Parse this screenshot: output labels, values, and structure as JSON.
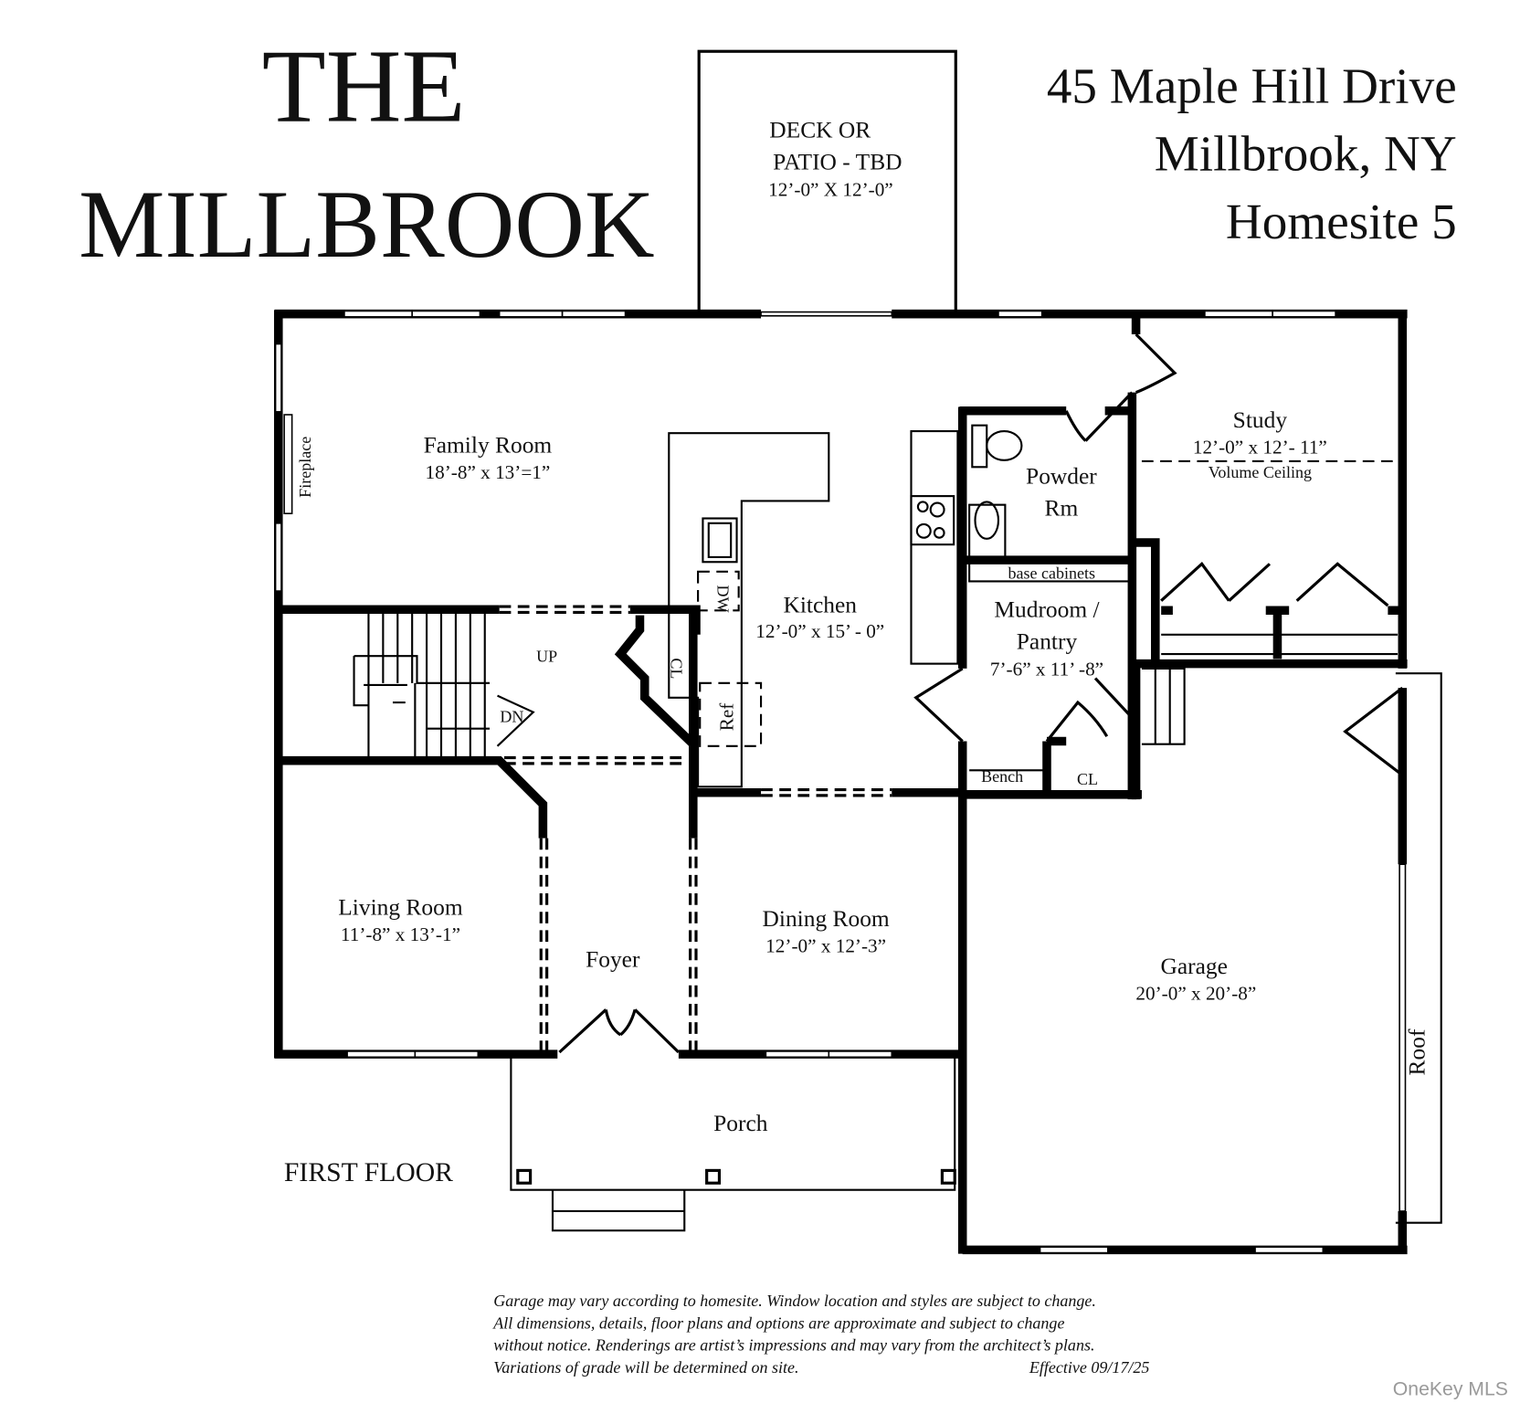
{
  "title": {
    "line1": "THE",
    "line2": "MILLBROOK"
  },
  "address": {
    "street": "45 Maple Hill Drive",
    "city": "Millbrook, NY",
    "homesite": "Homesite 5"
  },
  "floor_label": "FIRST FLOOR",
  "rooms": {
    "deck": {
      "line1": "DECK OR",
      "line2": "PATIO - TBD",
      "dim": "12’-0” X 12’-0”"
    },
    "family": {
      "name": "Family Room",
      "dim": "18’-8” x 13’=1”"
    },
    "fireplace": "Fireplace",
    "kitchen": {
      "name": "Kitchen",
      "dim": "12’-0” x 15’ - 0”"
    },
    "dw": "DW",
    "ref": "Ref",
    "cl1": "CL",
    "up": "UP",
    "dn": "DN",
    "powder": {
      "line1": "Powder",
      "line2": "Rm"
    },
    "study": {
      "name": "Study",
      "dim": "12’-0” x 12’- 11”",
      "note": "Volume Ceiling"
    },
    "base_cabinets": "base cabinets",
    "mudroom": {
      "line1": "Mudroom /",
      "line2": "Pantry",
      "dim": "7’-6” x 11’ -8”"
    },
    "bench": "Bench",
    "cl2": "CL",
    "living": {
      "name": "Living Room",
      "dim": "11’-8” x 13’-1”"
    },
    "foyer": "Foyer",
    "dining": {
      "name": "Dining Room",
      "dim": "12’-0” x 12’-3”"
    },
    "garage": {
      "name": "Garage",
      "dim": "20’-0” x 20’-8”"
    },
    "roof": "Roof",
    "porch": "Porch"
  },
  "notes": [
    "Garage may vary according to homesite.  Window location and styles are subject to change.",
    "All dimensions, details, floor plans and options are approximate and subject to change",
    "without notice.  Renderings are artist’s impressions and may vary from the architect’s plans.",
    "Variations of grade will be determined on site."
  ],
  "effective": "Effective 09/17/25",
  "watermark": "OneKey MLS"
}
